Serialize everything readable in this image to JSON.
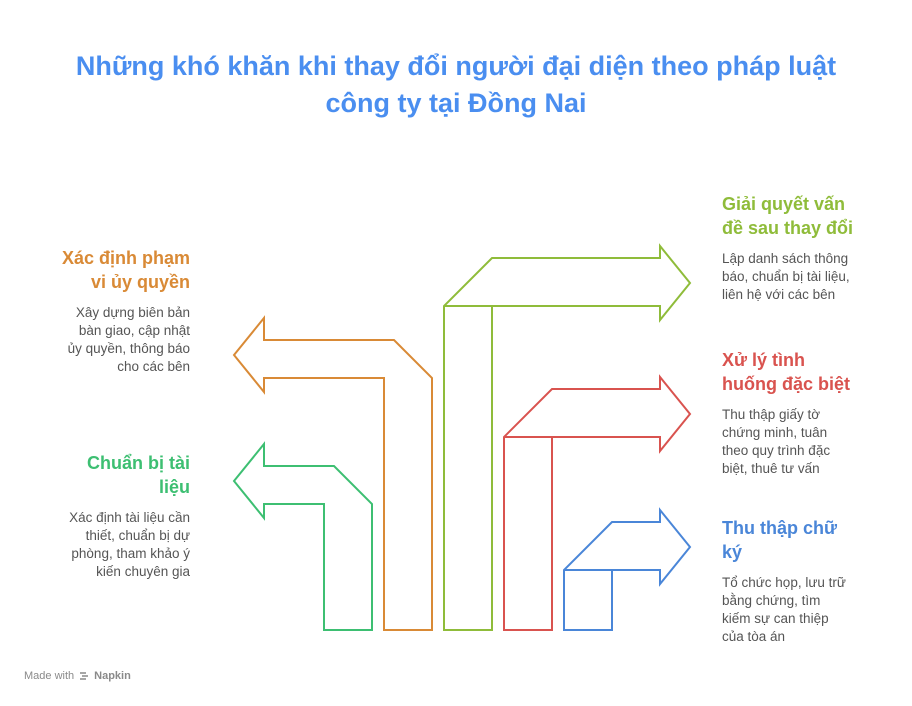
{
  "title_line1": "Những khó khăn khi thay đổi người đại diện theo pháp luật",
  "title_line2": "công ty tại Đồng Nai",
  "colors": {
    "title": "#4a8ef0",
    "orange": "#d98a36",
    "green": "#3dbf72",
    "lime": "#8fbc3a",
    "red": "#d9534f",
    "blue": "#4a86d8"
  },
  "items": {
    "pham_vi": {
      "title_line1": "Xác định phạm",
      "title_line2": "vi ủy quyền",
      "desc": [
        "Xây dựng biên bản",
        "bàn giao, cập nhật",
        "ủy quyền, thông báo",
        "cho các bên"
      ]
    },
    "tai_lieu": {
      "title_line1": "Chuẩn bị tài",
      "title_line2": "liệu",
      "desc": [
        "Xác định tài liệu cần",
        "thiết, chuẩn bị dự",
        "phòng, tham khảo ý",
        "kiến chuyên gia"
      ]
    },
    "giai_quyet": {
      "title_line1": "Giải quyết vấn",
      "title_line2": "đề sau thay đổi",
      "desc": [
        "Lập danh sách thông",
        "báo, chuẩn bị tài liệu,",
        "liên hệ với các bên"
      ]
    },
    "tinh_huong": {
      "title_line1": "Xử lý tình",
      "title_line2": "huống đặc biệt",
      "desc": [
        "Thu thập giấy tờ",
        "chứng minh, tuân",
        "theo quy trình đặc",
        "biệt, thuê tư vấn"
      ]
    },
    "chu_ky": {
      "title_line1": "Thu thập chữ",
      "title_line2": "ký",
      "desc": [
        "Tổ chức họp, lưu trữ",
        "bằng chứng, tìm",
        "kiếm sự can thiệp",
        "của tòa án"
      ]
    }
  },
  "footer": {
    "made_with": "Made with",
    "brand": "Napkin"
  }
}
